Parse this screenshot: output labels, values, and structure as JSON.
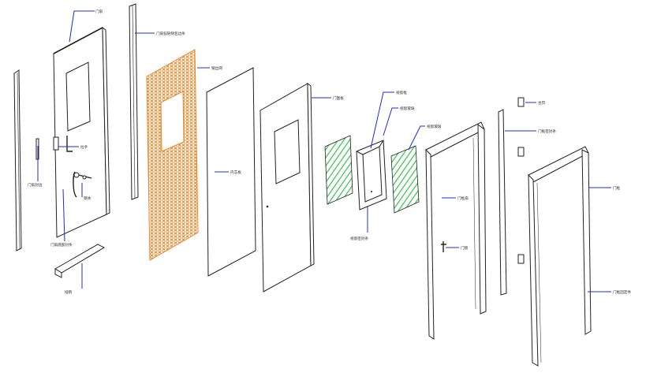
{
  "colors": {
    "leader": "#1f2bd6",
    "outline": "#222222",
    "mesh": "#e8872a",
    "glass": "#33c04a"
  },
  "labels": [
    {
      "id": "door-leaf",
      "text": "门扇"
    },
    {
      "id": "hinge-side-strip",
      "text": "门扇铰链侧包边条"
    },
    {
      "id": "mesh",
      "text": "钢丝网"
    },
    {
      "id": "core-panel",
      "text": "内芯板"
    },
    {
      "id": "door-panel",
      "text": "门面板"
    },
    {
      "id": "window-frame",
      "text": "视窗框"
    },
    {
      "id": "glass-outer",
      "text": "视窗玻璃"
    },
    {
      "id": "glass-inner",
      "text": "视窗玻璃"
    },
    {
      "id": "window-seal",
      "text": "视窗密封条"
    },
    {
      "id": "frame-leaf",
      "text": "门框扇"
    },
    {
      "id": "lock",
      "text": "门锁"
    },
    {
      "id": "hinge",
      "text": "合页"
    },
    {
      "id": "frame-strip",
      "text": "门框密封条"
    },
    {
      "id": "door-frame",
      "text": "门框"
    },
    {
      "id": "frame-anchor",
      "text": "门框固定件"
    },
    {
      "id": "edge-strip",
      "text": "门扇封边"
    },
    {
      "id": "top-strip",
      "text": "门扇底部封条"
    },
    {
      "id": "handle",
      "text": "拉手"
    },
    {
      "id": "lock-body",
      "text": "锁体"
    },
    {
      "id": "bolt",
      "text": "插销"
    }
  ]
}
